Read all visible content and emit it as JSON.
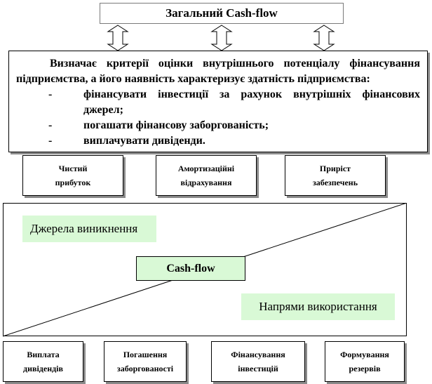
{
  "title": "Загальний Cash-flow",
  "description": {
    "intro": "Визначає критерії оцінки внутрішнього потенціалу фінансування підприємства, а його наявність характеризує здатність підприємства:",
    "bullets": [
      "фінансувати інвестиції за рахунок внутрішніх фінансових джерел;",
      "погашати фінансову заборгованість;",
      "виплачувати дивіденди."
    ],
    "bullet_mark": "-"
  },
  "sources": [
    {
      "line1": "Чистий",
      "line2": "прибуток"
    },
    {
      "line1": "Амортизаційні",
      "line2": "відрахування"
    },
    {
      "line1": "Приріст",
      "line2": "забезпечень"
    }
  ],
  "flow": {
    "sources_label": "Джерела виникнення",
    "center_label": "Cash-flow",
    "uses_label": "Напрями використання",
    "highlight_color": "#d9f9d6"
  },
  "uses": [
    {
      "line1": "Виплата",
      "line2": "дивідендів"
    },
    {
      "line1": "Погашення",
      "line2": "заборгованості"
    },
    {
      "line1": "Фінансування",
      "line2": "інвестицій"
    },
    {
      "line1": "Формування",
      "line2": "резервів"
    }
  ]
}
